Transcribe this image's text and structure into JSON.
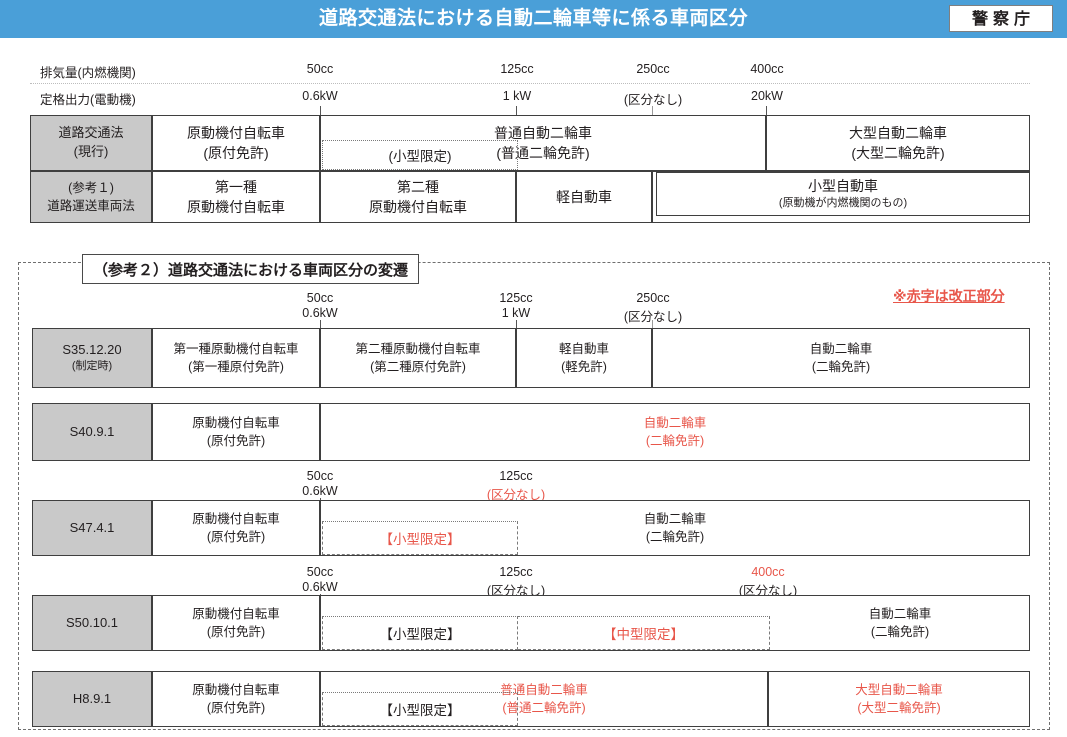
{
  "header": {
    "title": "道路交通法における自動二輪車等に係る車両区分",
    "agency": "警察庁",
    "bar_color": "#4a9fd8"
  },
  "colors": {
    "accent": "#4a9fd8",
    "revision_red": "#e8564a",
    "gray_header_cell": "#c9c9c9"
  },
  "current_section": {
    "scale_rows": [
      {
        "label": "排気量(内燃機関)",
        "ticks": [
          {
            "text": "50cc",
            "red": false
          },
          {
            "text": "125cc",
            "red": false
          },
          {
            "text": "250cc",
            "red": false
          },
          {
            "text": "400cc",
            "red": false
          }
        ]
      },
      {
        "label": "定格出力(電動機)",
        "ticks": [
          {
            "text": "0.6kW",
            "red": false
          },
          {
            "text": "1 kW",
            "red": false
          },
          {
            "text": "(区分なし)",
            "red": false
          },
          {
            "text": "20kW",
            "red": false
          }
        ]
      }
    ],
    "rows": [
      {
        "row_label": "道路交通法\n(現行)",
        "row_label_line1": "道路交通法",
        "row_label_line2": "(現行)",
        "cells": [
          {
            "line1": "原動機付自転車",
            "line2": "(原付免許)",
            "red": false
          },
          {
            "line1": "普通自動二輪車",
            "line2": "(普通二輪免許)",
            "red": false
          },
          {
            "line1": "大型自動二輪車",
            "line2": "(大型二輪免許)",
            "red": false
          }
        ],
        "inset_box": {
          "text": "(小型限定)",
          "red": false
        }
      },
      {
        "row_label_line1": "(参考１)",
        "row_label_line2": "道路運送車両法",
        "cells": [
          {
            "line1": "第一種",
            "line2": "原動機付自転車",
            "red": false
          },
          {
            "line1": "第二種",
            "line2": "原動機付自転車",
            "red": false
          },
          {
            "line1": "軽自動車",
            "line2": "",
            "red": false
          },
          {
            "line1": "小型自動車",
            "line2": "(原動機が内燃機関のもの)",
            "red": false
          }
        ]
      }
    ]
  },
  "history_section": {
    "caption": "（参考２）道路交通法における車両区分の変遷",
    "red_note": "※赤字は改正部分",
    "rows": [
      {
        "period": "S35.12.20",
        "period_sub": "(制定時)",
        "scale": [
          {
            "cc": "50cc",
            "kw": "0.6kW",
            "cc_red": false,
            "kw_red": false
          },
          {
            "cc": "125cc",
            "kw": "1 kW",
            "cc_red": false,
            "kw_red": false
          },
          {
            "cc": "250cc",
            "kw": "(区分なし)",
            "cc_red": false,
            "kw_red": false
          }
        ],
        "cells": [
          {
            "line1": "第一種原動機付自転車",
            "line2": "(第一種原付免許)",
            "red": false
          },
          {
            "line1": "第二種原動機付自転車",
            "line2": "(第二種原付免許)",
            "red": false
          },
          {
            "line1": "軽自動車",
            "line2": "(軽免許)",
            "red": false
          },
          {
            "line1": "自動二輪車",
            "line2": "(二輪免許)",
            "red": false
          }
        ]
      },
      {
        "period": "S40.9.1",
        "period_sub": "",
        "scale": [],
        "cells": [
          {
            "line1": "原動機付自転車",
            "line2": "(原付免許)",
            "red": false
          },
          {
            "line1": "自動二輪車",
            "line2": "(二輪免許)",
            "red": true
          }
        ]
      },
      {
        "period": "S47.4.1",
        "period_sub": "",
        "scale": [
          {
            "cc": "50cc",
            "kw": "0.6kW",
            "cc_red": false,
            "kw_red": false
          },
          {
            "cc": "125cc",
            "kw": "(区分なし)",
            "cc_red": false,
            "kw_red": true
          }
        ],
        "cells": [
          {
            "line1": "原動機付自転車",
            "line2": "(原付免許)",
            "red": false
          },
          {
            "line1": "自動二輪車",
            "line2": "(二輪免許)",
            "red": false
          }
        ],
        "inset_boxes": [
          {
            "text": "【小型限定】",
            "red": true
          }
        ]
      },
      {
        "period": "S50.10.1",
        "period_sub": "",
        "scale": [
          {
            "cc": "50cc",
            "kw": "0.6kW",
            "cc_red": false,
            "kw_red": false
          },
          {
            "cc": "125cc",
            "kw": "(区分なし)",
            "cc_red": false,
            "kw_red": false
          },
          {
            "cc": "400cc",
            "kw": "(区分なし)",
            "cc_red": true,
            "kw_red": false
          }
        ],
        "cells": [
          {
            "line1": "原動機付自転車",
            "line2": "(原付免許)",
            "red": false
          },
          {
            "line1": "自動二輪車",
            "line2": "(二輪免許)",
            "red": false
          }
        ],
        "inset_boxes": [
          {
            "text": "【小型限定】",
            "red": false
          },
          {
            "text": "【中型限定】",
            "red": true
          }
        ]
      },
      {
        "period": "H8.9.1",
        "period_sub": "",
        "scale": [],
        "cells": [
          {
            "line1": "原動機付自転車",
            "line2": "(原付免許)",
            "red": false
          },
          {
            "line1": "普通自動二輪車",
            "line2": "(普通二輪免許)",
            "red": true
          },
          {
            "line1": "大型自動二輪車",
            "line2": "(大型二輪免許)",
            "red": true
          }
        ],
        "inset_boxes": [
          {
            "text": "【小型限定】",
            "red": false
          }
        ]
      }
    ]
  }
}
